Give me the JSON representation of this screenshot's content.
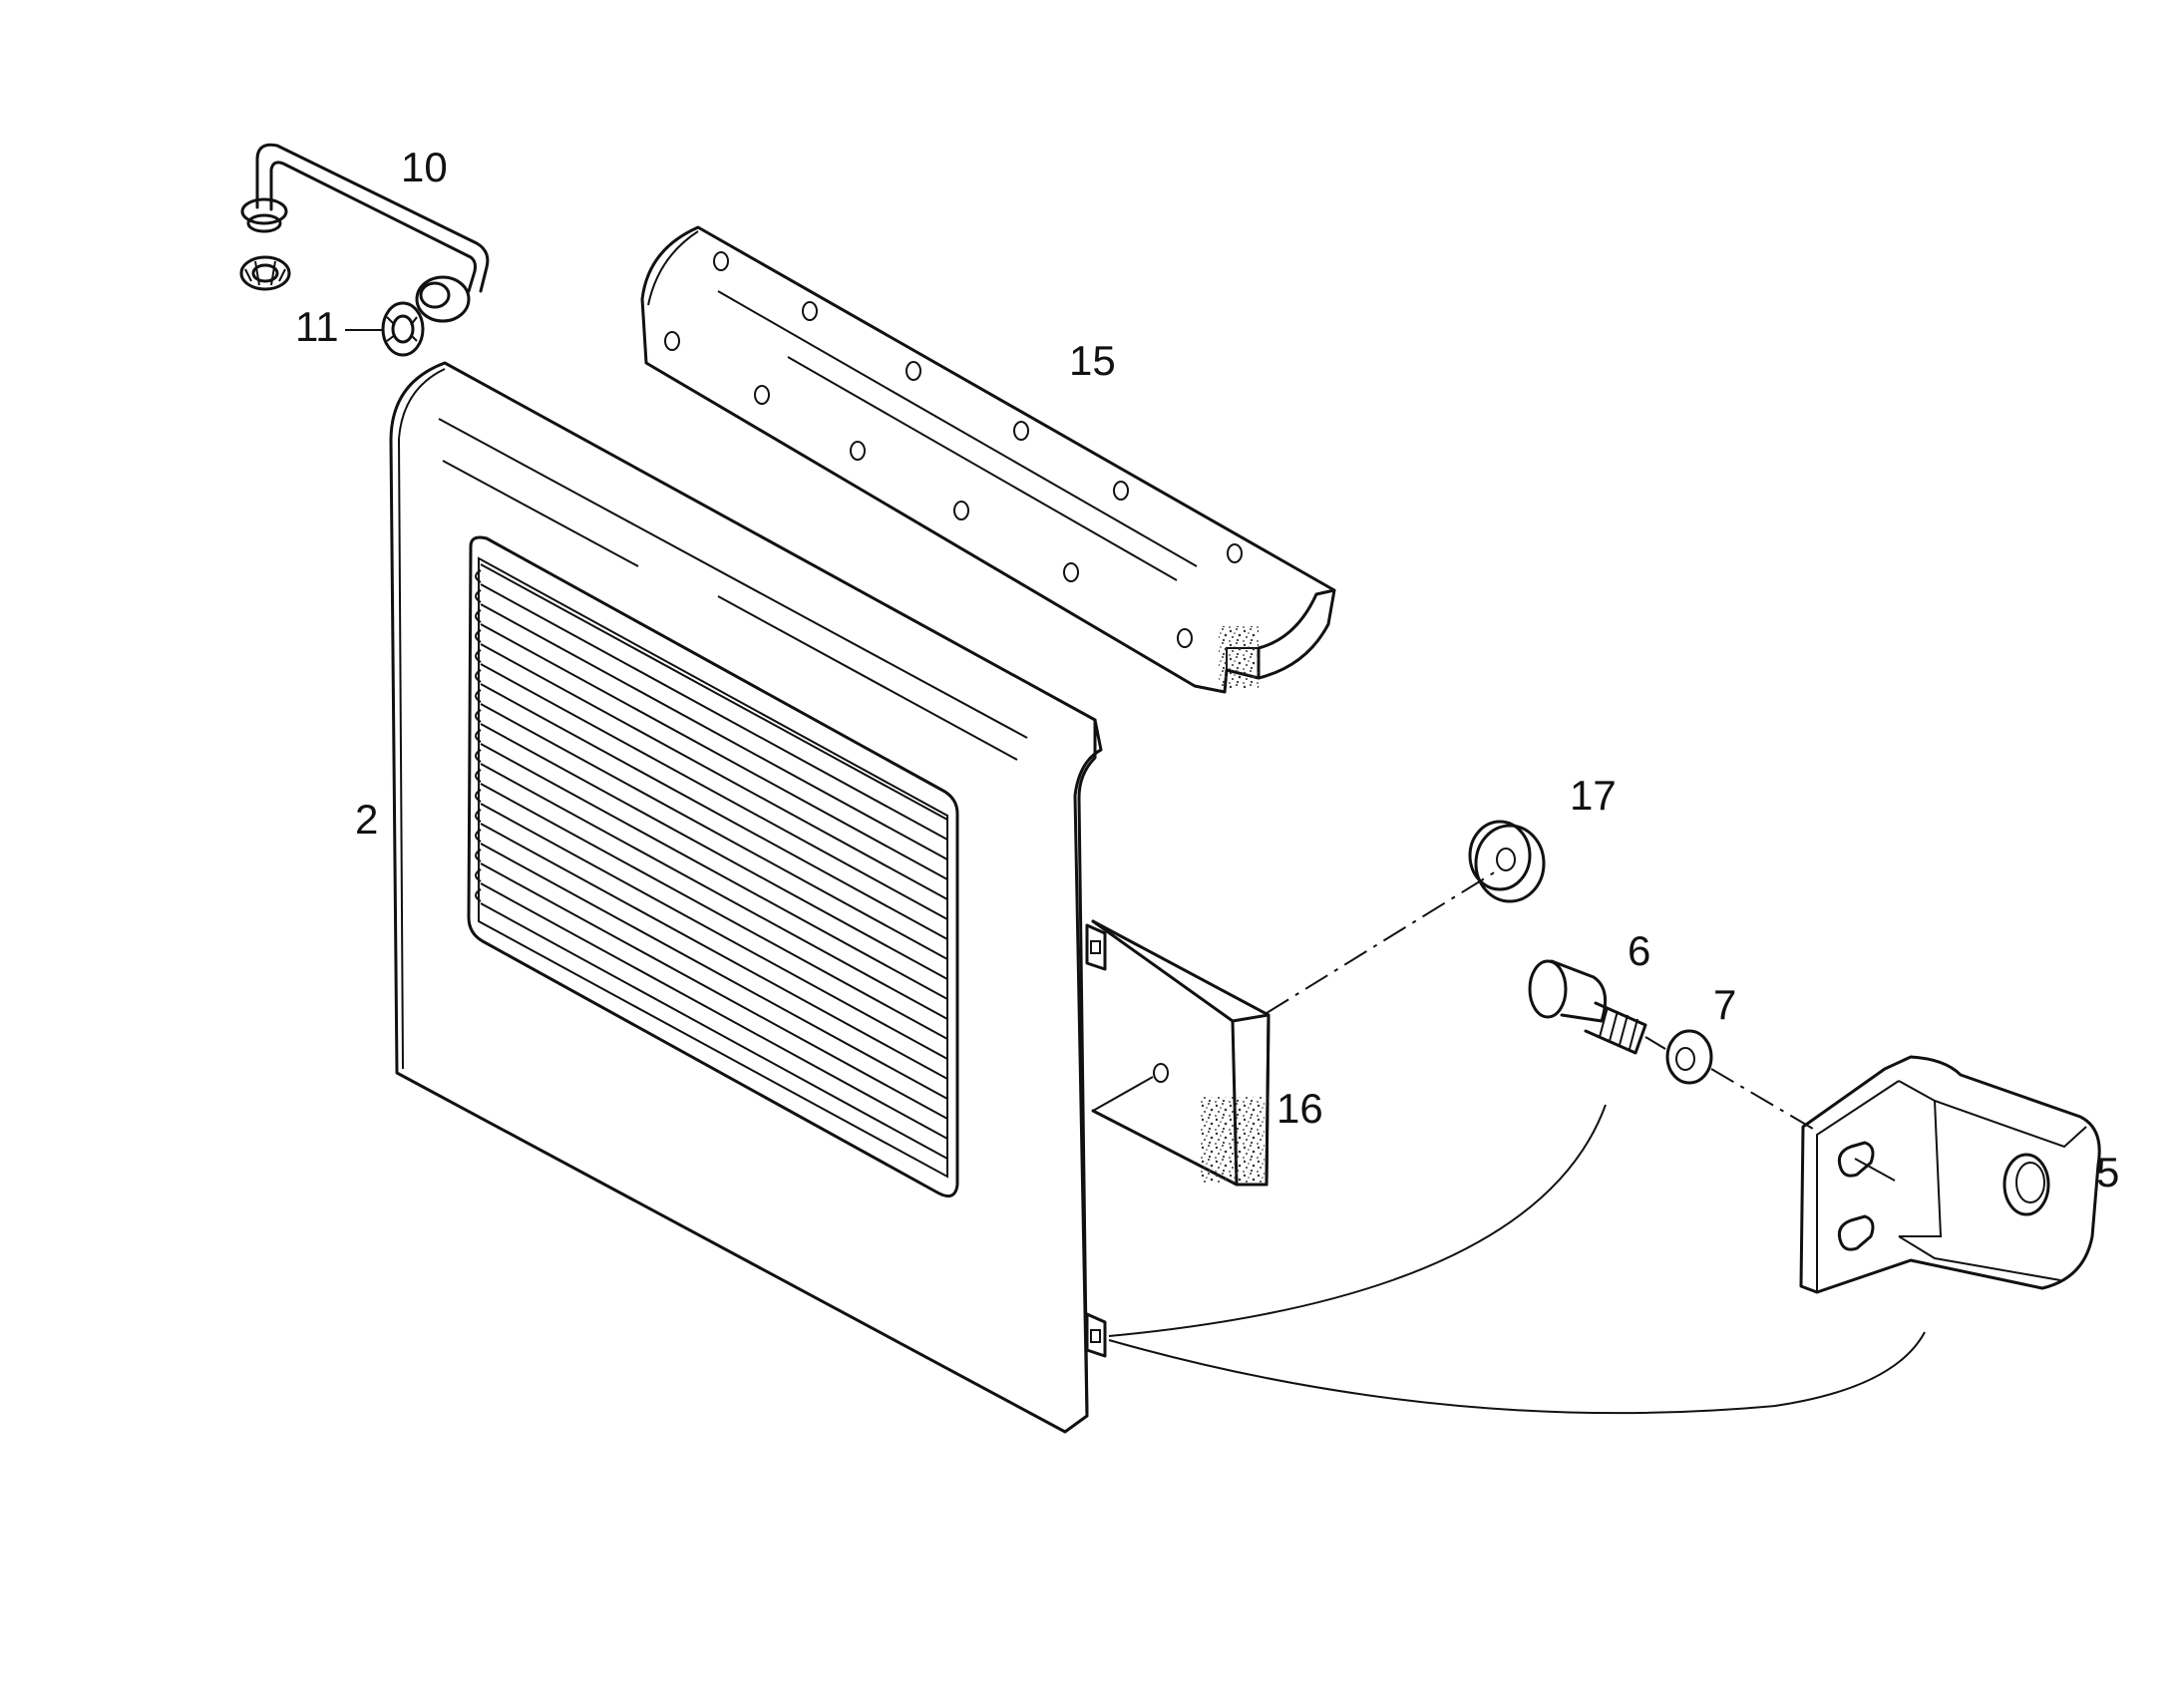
{
  "labels": {
    "p2": "2",
    "p5": "5",
    "p6": "6",
    "p7": "7",
    "p10": "10",
    "p11": "11",
    "p15": "15",
    "p16": "16",
    "p17": "17"
  },
  "colors": {
    "ink": "#111111",
    "background": "#ffffff"
  }
}
